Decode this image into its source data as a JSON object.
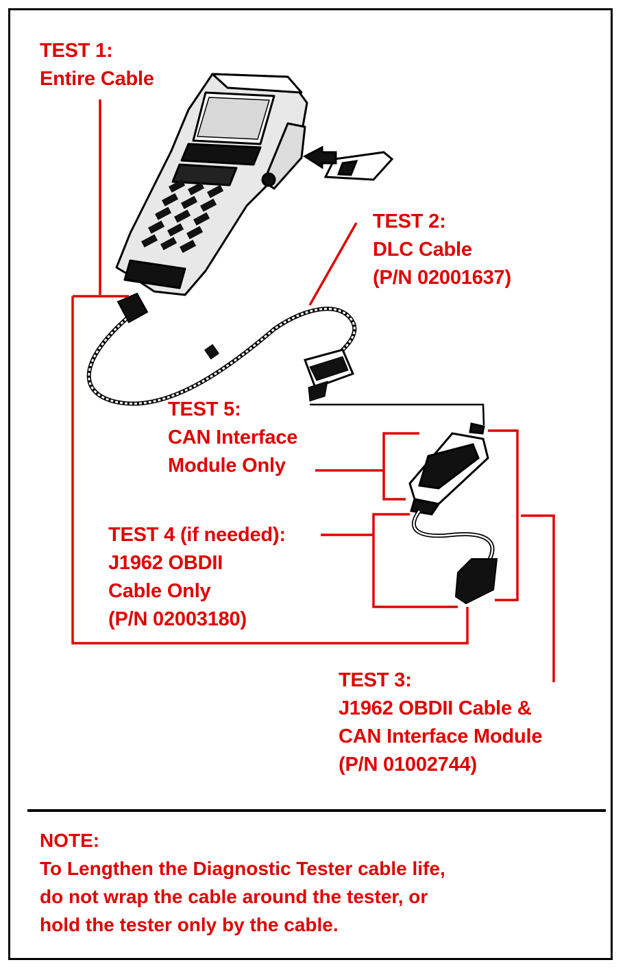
{
  "tests": [
    {
      "id": "test1",
      "lines": [
        "TEST 1:",
        "Entire Cable"
      ]
    },
    {
      "id": "test2",
      "lines": [
        "TEST 2:",
        "DLC Cable",
        "(P/N 02001637)"
      ]
    },
    {
      "id": "test5",
      "lines": [
        "TEST 5:",
        "CAN Interface",
        "Module Only"
      ]
    },
    {
      "id": "test4",
      "lines": [
        "TEST 4 (if needed):",
        "J1962 OBDII",
        "Cable Only",
        "(P/N 02003180)"
      ]
    },
    {
      "id": "test3",
      "lines": [
        "TEST 3:",
        "J1962 OBDII Cable &",
        "CAN Interface Module",
        "(P/N 01002744)"
      ]
    }
  ],
  "note": {
    "heading": "NOTE:",
    "lines": [
      "To Lengthen the Diagnostic Tester cable life,",
      "do not wrap the cable around the tester, or",
      "hold the tester only by the cable."
    ]
  },
  "colors": {
    "callout": "#e00000",
    "outline": "#000000"
  }
}
